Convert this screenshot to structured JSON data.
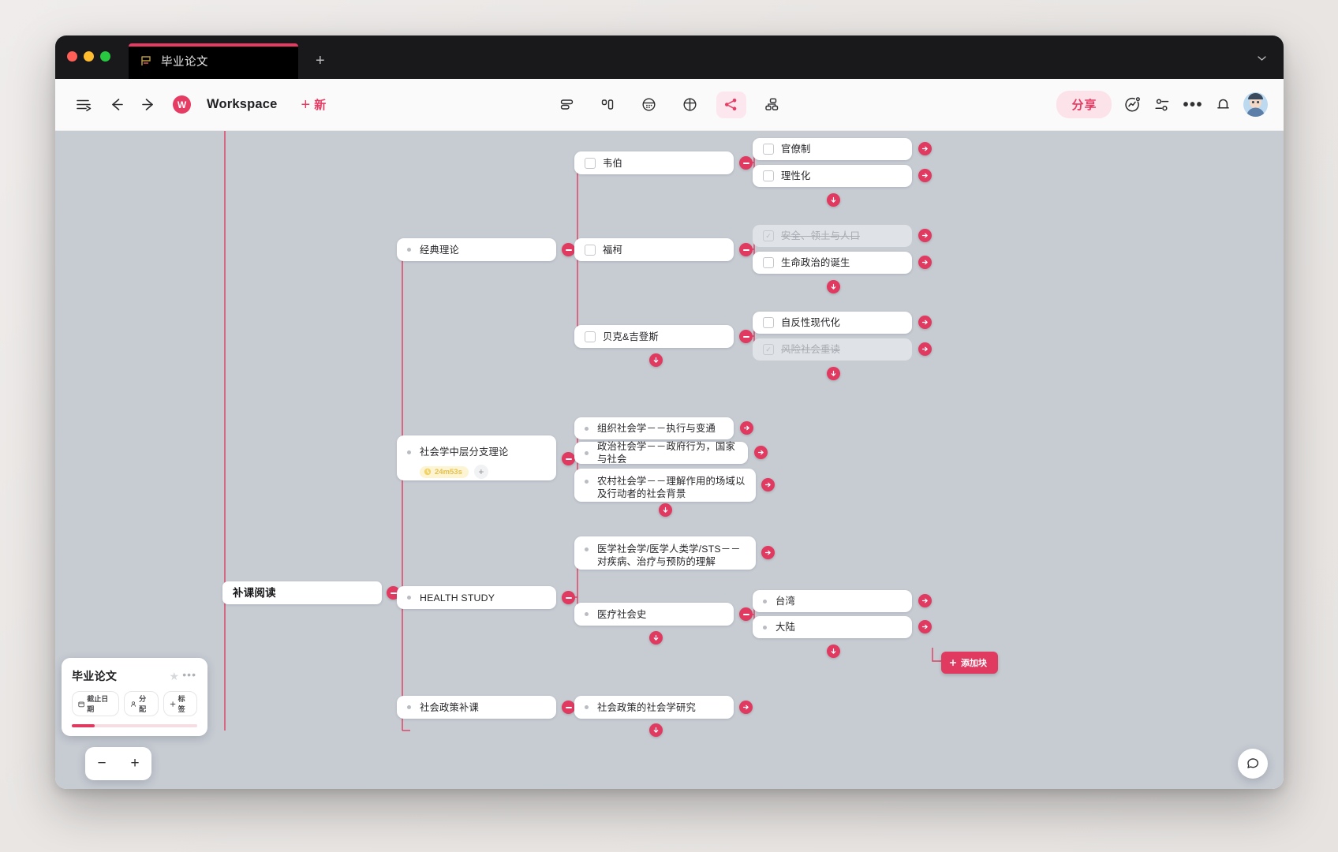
{
  "window": {
    "tab_title": "毕业论文",
    "tab_icon": "flag-icon",
    "new_tab_label": "+"
  },
  "toolbar": {
    "menu_icon": "menu-lines-icon",
    "back_icon": "arrow-left-icon",
    "forward_icon": "arrow-right-icon",
    "workspace_initial": "W",
    "workspace_name": "Workspace",
    "new_label": "新",
    "views": [
      {
        "name": "list-view",
        "icon": "list-stack-icon",
        "active": false
      },
      {
        "name": "board-view",
        "icon": "kanban-columns-icon",
        "active": false
      },
      {
        "name": "calendar-view",
        "icon": "calendar-dots-icon",
        "active": false
      },
      {
        "name": "table-view",
        "icon": "table-grid-icon",
        "active": false
      },
      {
        "name": "mindmap-view",
        "icon": "share-nodes-icon",
        "active": true
      },
      {
        "name": "org-view",
        "icon": "org-chart-icon",
        "active": false
      }
    ],
    "share_label": "分享",
    "activity_icon": "activity-chart-icon",
    "filter_icon": "settings-sliders-icon",
    "more_icon": "more-dots-icon",
    "bell_icon": "notification-bell-icon",
    "avatar_icon": "user-avatar"
  },
  "colors": {
    "accent": "#e03a61",
    "accent_soft": "#fce3ea",
    "canvas": "#c7ccd3",
    "node": "#ffffff",
    "ghost_node": "#dfe2e6",
    "badge_yellow": "#fdf4d4"
  },
  "mindmap": {
    "root": {
      "text": "补课阅读"
    },
    "branches": [
      {
        "label": "经典理论",
        "children": [
          {
            "label": "韦伯",
            "checkbox": true,
            "checked": false,
            "children": [
              {
                "label": "官僚制",
                "checkbox": true,
                "checked": false
              },
              {
                "label": "理性化",
                "checkbox": true,
                "checked": false
              }
            ]
          },
          {
            "label": "福柯",
            "checkbox": true,
            "checked": false,
            "children": [
              {
                "label": "安全、领土与人口",
                "checkbox": true,
                "checked": true
              },
              {
                "label": "生命政治的诞生",
                "checkbox": true,
                "checked": false
              }
            ]
          },
          {
            "label": "贝克&吉登斯",
            "checkbox": true,
            "checked": false,
            "children": [
              {
                "label": "自反性现代化",
                "checkbox": true,
                "checked": false
              },
              {
                "label": "风险社会重读",
                "checkbox": true,
                "checked": true
              }
            ]
          }
        ]
      },
      {
        "label": "社会学中层分支理论",
        "time_badge": "24m53s",
        "add_chip": "+",
        "children": [
          {
            "label": "组织社会学－－执行与变通"
          },
          {
            "label": "政治社会学－－政府行为，国家与社会"
          },
          {
            "label": "农村社会学－－理解作用的场域以及行动者的社会背景"
          }
        ]
      },
      {
        "label": "HEALTH STUDY",
        "children": [
          {
            "label": "医学社会学/医学人类学/STS－－对疾病、治疗与预防的理解"
          },
          {
            "label": "医疗社会史",
            "children": [
              {
                "label": "台湾"
              },
              {
                "label": "大陆"
              }
            ]
          }
        ]
      },
      {
        "label": "社会政策补课",
        "children": [
          {
            "label": "社会政策的社会学研究"
          }
        ]
      }
    ],
    "add_block_label": "添加块"
  },
  "mini_card": {
    "title": "毕业论文",
    "star_icon": "star-icon",
    "more_icon": "more-dots-icon",
    "chips": [
      {
        "icon": "calendar-icon",
        "label": "截止日期"
      },
      {
        "icon": "person-icon",
        "label": "分配"
      },
      {
        "icon": "plus-icon",
        "label": "标签"
      }
    ],
    "progress_percent": 18
  },
  "zoom_controls": {
    "minus": "−",
    "plus": "+"
  },
  "chat_button": {
    "icon": "chat-bubble-icon"
  }
}
